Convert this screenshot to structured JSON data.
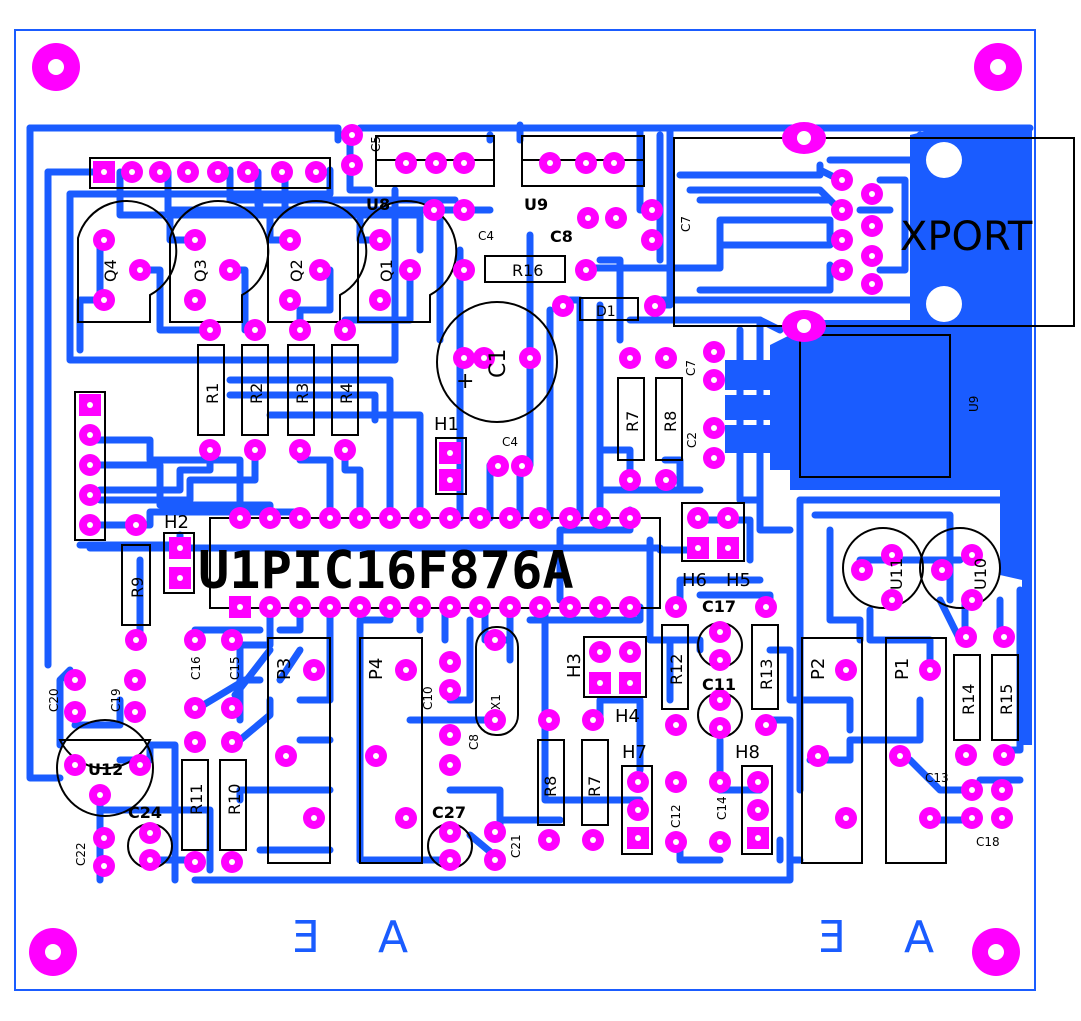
{
  "colors": {
    "board_outline": "#1a5cff",
    "copper": "#1a5cff",
    "pad": "#ff00ff",
    "silkscreen": "#000000",
    "background": "#ffffff"
  },
  "labels": {
    "mcu": "U1PIC16F876A",
    "xport": "XPORT",
    "u8": "U8",
    "u9_top": "U9",
    "u9_side": "U9",
    "u10": "U10",
    "u11": "U11",
    "u12": "U12",
    "q1": "Q1",
    "q2": "Q2",
    "q3": "Q3",
    "q4": "Q4",
    "r1": "R1",
    "r2": "R2",
    "r3": "R3",
    "r4": "R4",
    "r7a": "R7",
    "r8a": "R8",
    "r9": "R9",
    "r7b": "R7",
    "r8b": "R8",
    "r10": "R10",
    "r11": "R11",
    "r12": "R12",
    "r13": "R13",
    "r14": "R14",
    "r15": "R15",
    "r16": "R16",
    "c1": "C1",
    "c1_plus": "+",
    "c2": "C2",
    "c4a": "C4",
    "c4b": "C4",
    "c5": "C5",
    "c7a": "C7",
    "c7b": "C7",
    "c8a": "C8",
    "c8b": "C8",
    "c10": "C10",
    "c11": "C11",
    "c12": "C12",
    "c13": "C13",
    "c14": "C14",
    "c15": "C15",
    "c16": "C16",
    "c17": "C17",
    "c18": "C18",
    "c19": "C19",
    "c20": "C20",
    "c21": "C21",
    "c22": "C22",
    "c24": "C24",
    "c27": "C27",
    "d1": "D1",
    "h1": "H1",
    "h2": "H2",
    "h3": "H3",
    "h4": "H4",
    "h5": "H5",
    "h6": "H6",
    "h7": "H7",
    "h8": "H8",
    "p1": "P1",
    "p2": "P2",
    "p3": "P3",
    "p4": "P4",
    "x1": "X1",
    "ea_left_e": "E",
    "ea_left_a": "A",
    "ea_right_e": "E",
    "ea_right_a": "A"
  }
}
